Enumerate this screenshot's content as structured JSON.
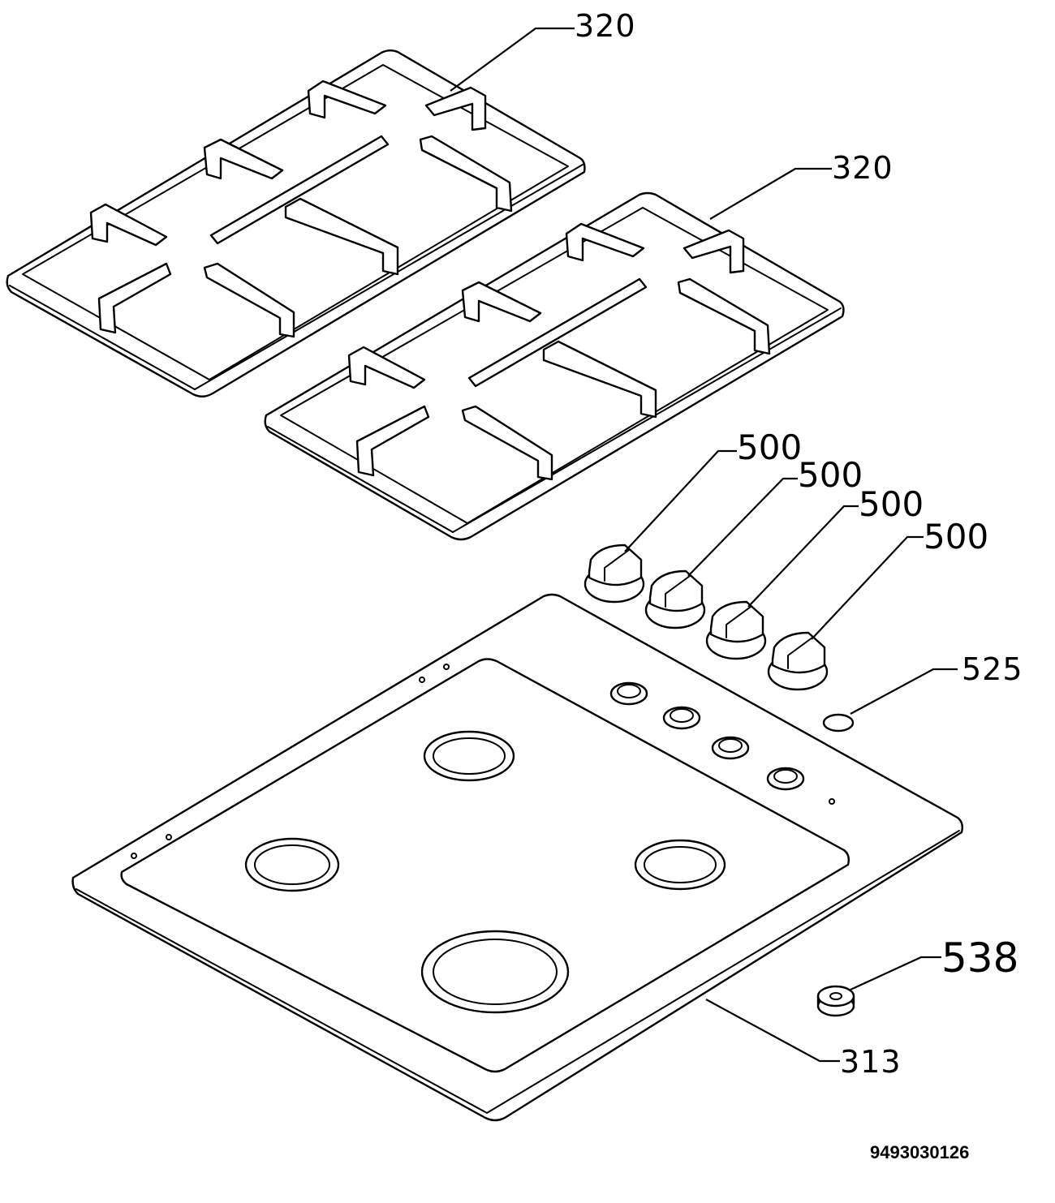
{
  "callouts": {
    "grate_left": "320",
    "grate_right": "320",
    "knob_1": "500",
    "knob_2": "500",
    "knob_3": "500",
    "knob_4": "500",
    "cap_525": "525",
    "cap_538": "538",
    "hob_313": "313"
  },
  "document_number": "9493030126"
}
